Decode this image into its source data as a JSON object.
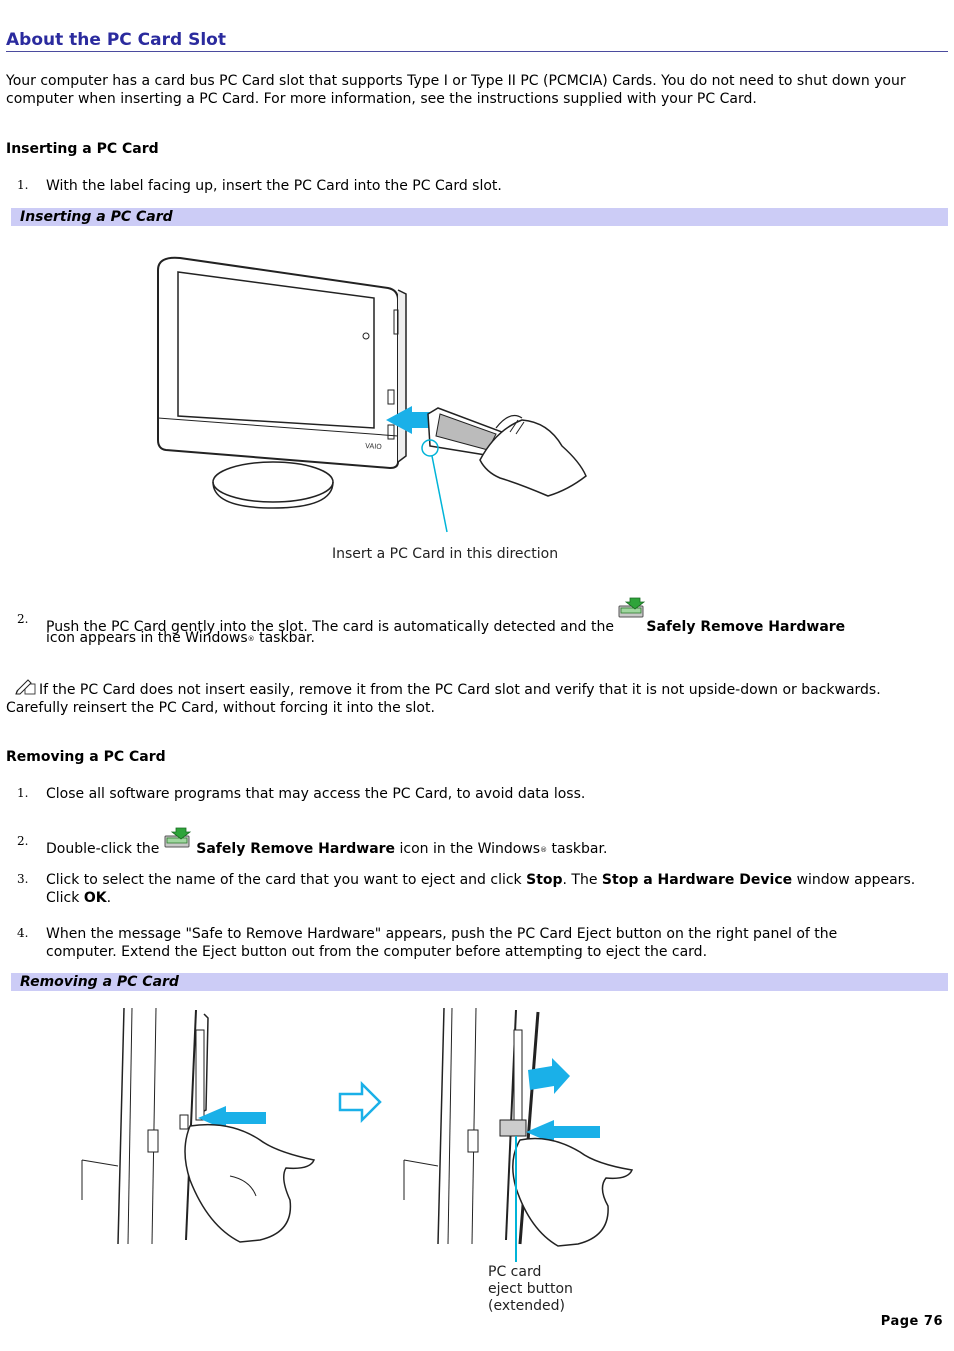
{
  "title": "About the PC Card Slot",
  "intro": "Your computer has a card bus PC Card slot that supports Type I or Type II PC (PCMCIA) Cards. You do not need to shut down your computer when inserting a PC Card. For more information, see the instructions supplied with your PC Card.",
  "inserting": {
    "heading": "Inserting a PC Card",
    "step1_num": "1.",
    "step1": "With the label facing up, insert the PC Card into the PC Card slot.",
    "figure_bar": "Inserting a PC Card",
    "figure_caption": "Insert a PC Card in this direction",
    "step2_num": "2.",
    "step2_a": "Push the PC Card gently into the slot. The card is automatically detected and the ",
    "step2_bold": "Safely Remove Hardware",
    "step2_b": "icon appears in the Windows",
    "step2_reg": "®",
    "step2_c": " taskbar."
  },
  "note": "If the PC Card does not insert easily, remove it from the PC Card slot and verify that it is not upside-down or backwards. Carefully reinsert the PC Card, without forcing it into the slot.",
  "removing": {
    "heading": "Removing a PC Card",
    "step1_num": "1.",
    "step1": "Close all software programs that may access the PC Card, to avoid data loss.",
    "step2_num": "2.",
    "step2_a": "Double-click the ",
    "step2_bold": "Safely Remove Hardware",
    "step2_b": " icon in the Windows",
    "step2_reg": "®",
    "step2_c": " taskbar.",
    "step3_num": "3.",
    "step3_a": "Click to select the name of the card that you want to eject and click ",
    "step3_stop": "Stop",
    "step3_b": ". The ",
    "step3_window": "Stop a Hardware Device",
    "step3_c": " window appears. Click ",
    "step3_ok": "OK",
    "step3_d": ".",
    "step4_num": "4.",
    "step4": "When the message \"Safe to Remove Hardware\" appears, push the PC Card Eject button on the right panel of the computer. Extend the Eject button out from the computer before attempting to eject the card.",
    "figure_bar": "Removing a PC Card",
    "figure_caption_line1": "PC card",
    "figure_caption_line2": "eject button",
    "figure_caption_line3": "(extended)"
  },
  "footer": "Page 76",
  "icons": {
    "taskbar_icon": "safely-remove-hardware-icon",
    "note_icon": "note-pencil-icon"
  },
  "colors": {
    "title": "#2b2b9e",
    "figure_bar": "#ccccf6",
    "callout": "#00b4d8",
    "arrow": "#1ab0e8"
  }
}
